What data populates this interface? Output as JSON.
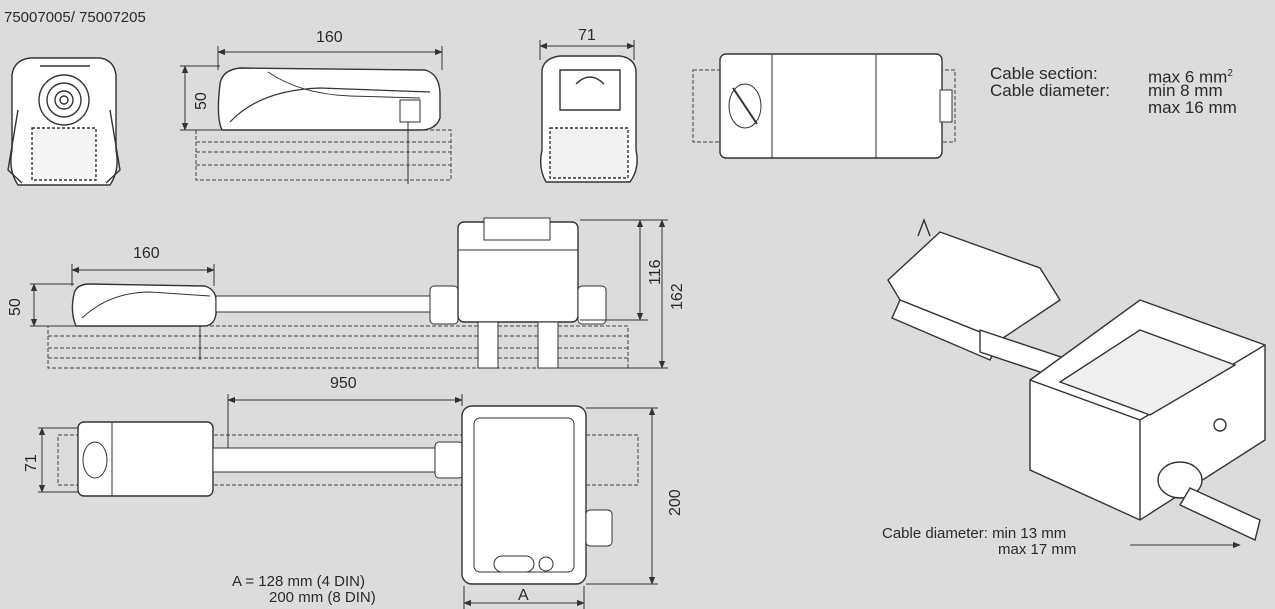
{
  "header": {
    "part_numbers": "75007005/ 75007205"
  },
  "dimensions": {
    "top_length": "160",
    "top_height": "50",
    "end_width": "71",
    "mid_length": "160",
    "mid_height": "50",
    "box_height_inner": "116",
    "box_height_total": "162",
    "cable_length": "950",
    "plan_width": "71",
    "box_depth": "200",
    "box_width_label": "A"
  },
  "specs": {
    "section_label": "Cable section:",
    "section_value": "max 6 mm",
    "section_sup": "2",
    "diameter_label": "Cable diameter:",
    "diameter_min": "min 8 mm",
    "diameter_max": "max 16 mm"
  },
  "box_note": {
    "line1": "A =  128 mm (4 DIN)",
    "line2": "200 mm (8 DIN)"
  },
  "iso_note": {
    "label": "Cable diameter:",
    "min": "min 13 mm",
    "max": "max 17 mm"
  }
}
